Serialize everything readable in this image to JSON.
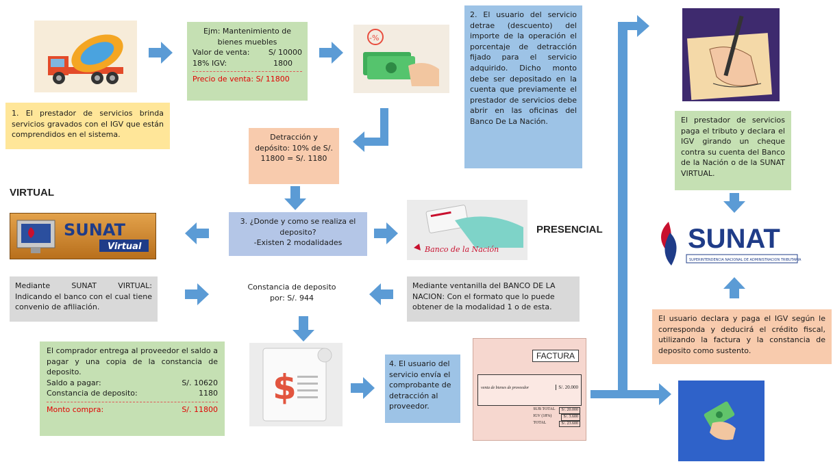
{
  "headings": {
    "virtual": "VIRTUAL",
    "presencial": "PRESENCIAL"
  },
  "example": {
    "title_line1": "Ejm: Mantenimiento de",
    "title_line2": "bienes muebles",
    "sale_label": "Valor de venta:",
    "sale_value": "S/ 10000",
    "igv_label": "18% IGV:",
    "igv_value": "1800",
    "price": "Precio de venta: S/ 11800"
  },
  "step1": "1. El prestador de servicios brinda servicios gravados con el IGV que están comprendidos en el sistema.",
  "step2": "2. El usuario del servicio detrae (descuento) del importe de la operación el porcentaje de detracción fijado para el servicio adquirido. Dicho monto debe ser depositado en la cuenta que previamente el prestador de servicios debe abrir en las oficinas del Banco De La Nación.",
  "detraction": "Detracción y depósito: 10% de S/. 11800 = S/. 1180",
  "step3": {
    "line1": "3. ¿Donde y como se realiza el deposito?",
    "line2": "-Existen 2 modalidades"
  },
  "sunat_virtual_text": "Mediante SUNAT VIRTUAL: Indicando el banco con el cual tiene convenio de afiliación.",
  "bank_text": "Mediante ventanilla del BANCO DE LA NACION: Con el formato que lo puede obtener de la modalidad 1 o de esta.",
  "constancia": "Constancia de deposito por: S/. 944",
  "buyer": {
    "intro": "El comprador entrega al proveedor el saldo a pagar y una copia de la constancia de deposito.",
    "balance_label": "Saldo a pagar:",
    "balance_value": "S/. 10620",
    "deposit_label": "Constancia de deposito:",
    "deposit_value": "1180",
    "total_label": "Monto compra:",
    "total_value": "S/. 11800"
  },
  "step4": "4. El usuario del servicio envía el comprobante de detracción al proveedor.",
  "provider_pays": "El prestador de servicios paga el tributo y declara el IGV girando un cheque contra su cuenta del Banco de la Nación o de la SUNAT VIRTUAL.",
  "user_declares": "El usuario declara y paga el IGV según le corresponda y deducirá el crédito fiscal, utilizando la factura y la constancia de deposito como sustento.",
  "logos": {
    "sunat": "SUNAT",
    "sunat_sub": "SUPERINTENDENCIA NACIONAL DE ADMINISTRACION TRIBUTARIA",
    "sunat_virtual_main": "SUNAT",
    "sunat_virtual_sub": "Virtual",
    "bank": "Banco de la Nación"
  },
  "factura": {
    "title": "FACTURA",
    "line_item": "venta de bienes de proveedor",
    "line_amount": "S/. 20.000",
    "subtotal_label": "SUB TOTAL",
    "subtotal_value": "S/. 20.000",
    "igv_label": "IGV (18%)",
    "igv_value": "S/. 3.600",
    "total_label": "TOTAL",
    "total_value": "S/. 23.600"
  },
  "percent_badge": "-%",
  "dollar_sign": "$",
  "colors": {
    "green": "#c5e0b3",
    "yellow": "#ffe699",
    "blue": "#9dc3e6",
    "lightblue": "#b4c6e7",
    "salmon": "#f8cbad",
    "gray": "#d9d9d9",
    "arrow": "#5b9bd5",
    "red_text": "#e00000",
    "sunat_blue": "#1f3c88",
    "sunat_red": "#c8102e"
  }
}
